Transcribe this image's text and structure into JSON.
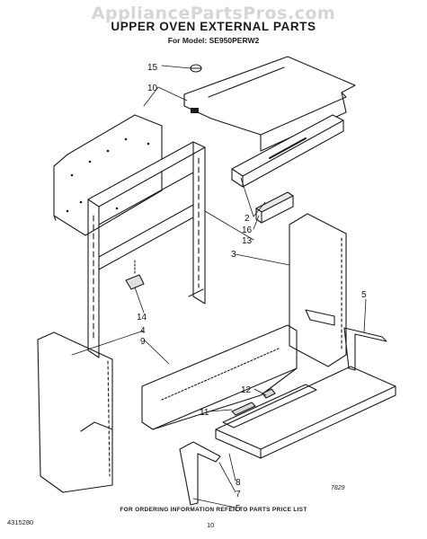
{
  "watermark": "AppliancePartsPros.com",
  "title": "UPPER OVEN EXTERNAL PARTS",
  "model_line": "For Model: SE950PERW2",
  "diagram_code": "7829",
  "footer_note": "FOR ORDERING INFORMATION REFER TO PARTS PRICE LIST",
  "part_number": "4315280",
  "page_number": "10",
  "callouts": {
    "c15": "15",
    "c10": "10",
    "c2": "2",
    "c16": "16",
    "c13": "13",
    "c3": "3",
    "c14": "14",
    "c4": "4",
    "c9": "9",
    "c5a": "5",
    "c12": "12",
    "c11": "11",
    "c8": "8",
    "c7": "7",
    "c5b": "5"
  }
}
